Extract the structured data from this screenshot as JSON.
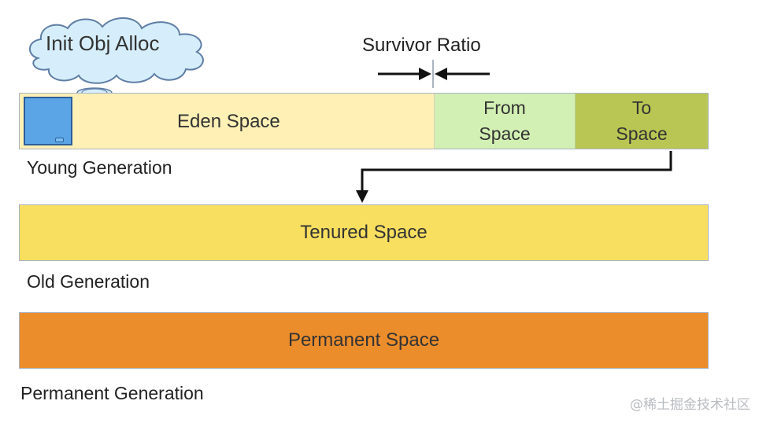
{
  "callout": {
    "text": "Init Obj Alloc"
  },
  "survivor": {
    "label": "Survivor Ratio"
  },
  "young": {
    "eden": "Eden Space",
    "from_line1": "From",
    "from_line2": "Space",
    "to_line1": "To",
    "to_line2": "Space",
    "caption": "Young Generation"
  },
  "old": {
    "space": "Tenured Space",
    "caption": "Old Generation"
  },
  "perm": {
    "space": "Permanent Space",
    "caption": "Permanent Generation"
  },
  "watermark": "@稀土掘金技术社区",
  "colors": {
    "eden": "#fff0b6",
    "from": "#d2f0b3",
    "to": "#b9c653",
    "tenured": "#f9df5f",
    "permanent": "#ec8d2b",
    "object": "#5ba5e6",
    "cloud": "#d6eefb"
  }
}
